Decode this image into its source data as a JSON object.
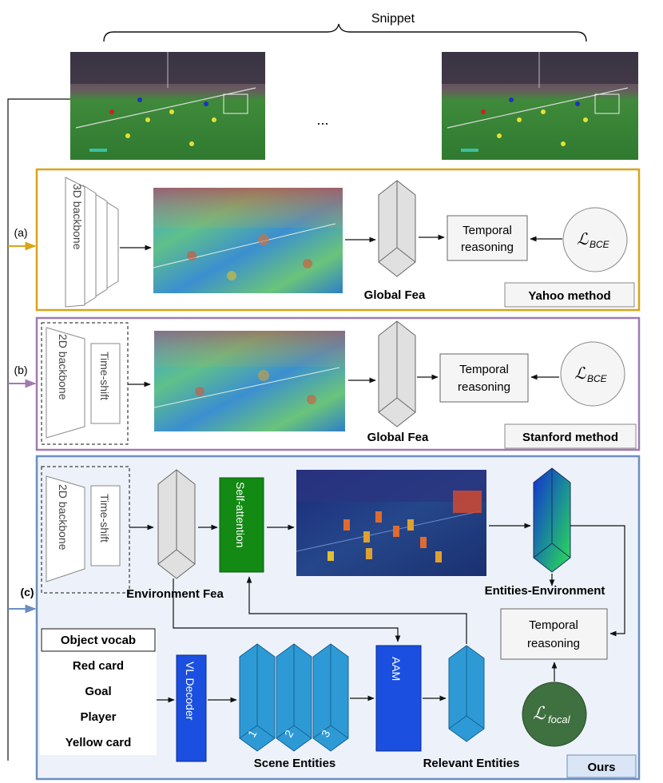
{
  "snippet": {
    "label": "Snippet",
    "ellipsis": "..."
  },
  "branch_a": {
    "tag": "(a)",
    "backbone": "3D backbone",
    "global_fea": "Global Fea",
    "temporal": [
      "Temporal",
      "reasoning"
    ],
    "loss_main": "ℒ",
    "loss_sub": "BCE",
    "method": "Yahoo method",
    "color": "#d9a41a"
  },
  "branch_b": {
    "tag": "(b)",
    "backbone": "2D backbone",
    "timeshift": "Time-shift",
    "global_fea": "Global Fea",
    "temporal": [
      "Temporal",
      "reasoning"
    ],
    "loss_main": "ℒ",
    "loss_sub": "BCE",
    "method": "Stanford method",
    "color": "#a07ab3"
  },
  "branch_c": {
    "tag": "(c)",
    "backbone": "2D backbone",
    "timeshift": "Time-shift",
    "self_attention": "Self-attention",
    "environment_fea": "Environment Fea",
    "entities_environment": "Entities-Environment",
    "temporal": [
      "Temporal",
      "reasoning"
    ],
    "loss_main": "ℒ",
    "loss_sub": "focal",
    "vocab_title": "Object vocab",
    "vocab_items": [
      "Red card",
      "Goal",
      "Player",
      "Yellow card"
    ],
    "vl_decoder": "VL Decoder",
    "scene_entities": "Scene Entities",
    "entity_numbers": [
      "1",
      "2",
      "3"
    ],
    "aam": "AAM",
    "relevant_entities": "Relevant Entities",
    "method": "Ours",
    "color": "#6c8ebf"
  }
}
